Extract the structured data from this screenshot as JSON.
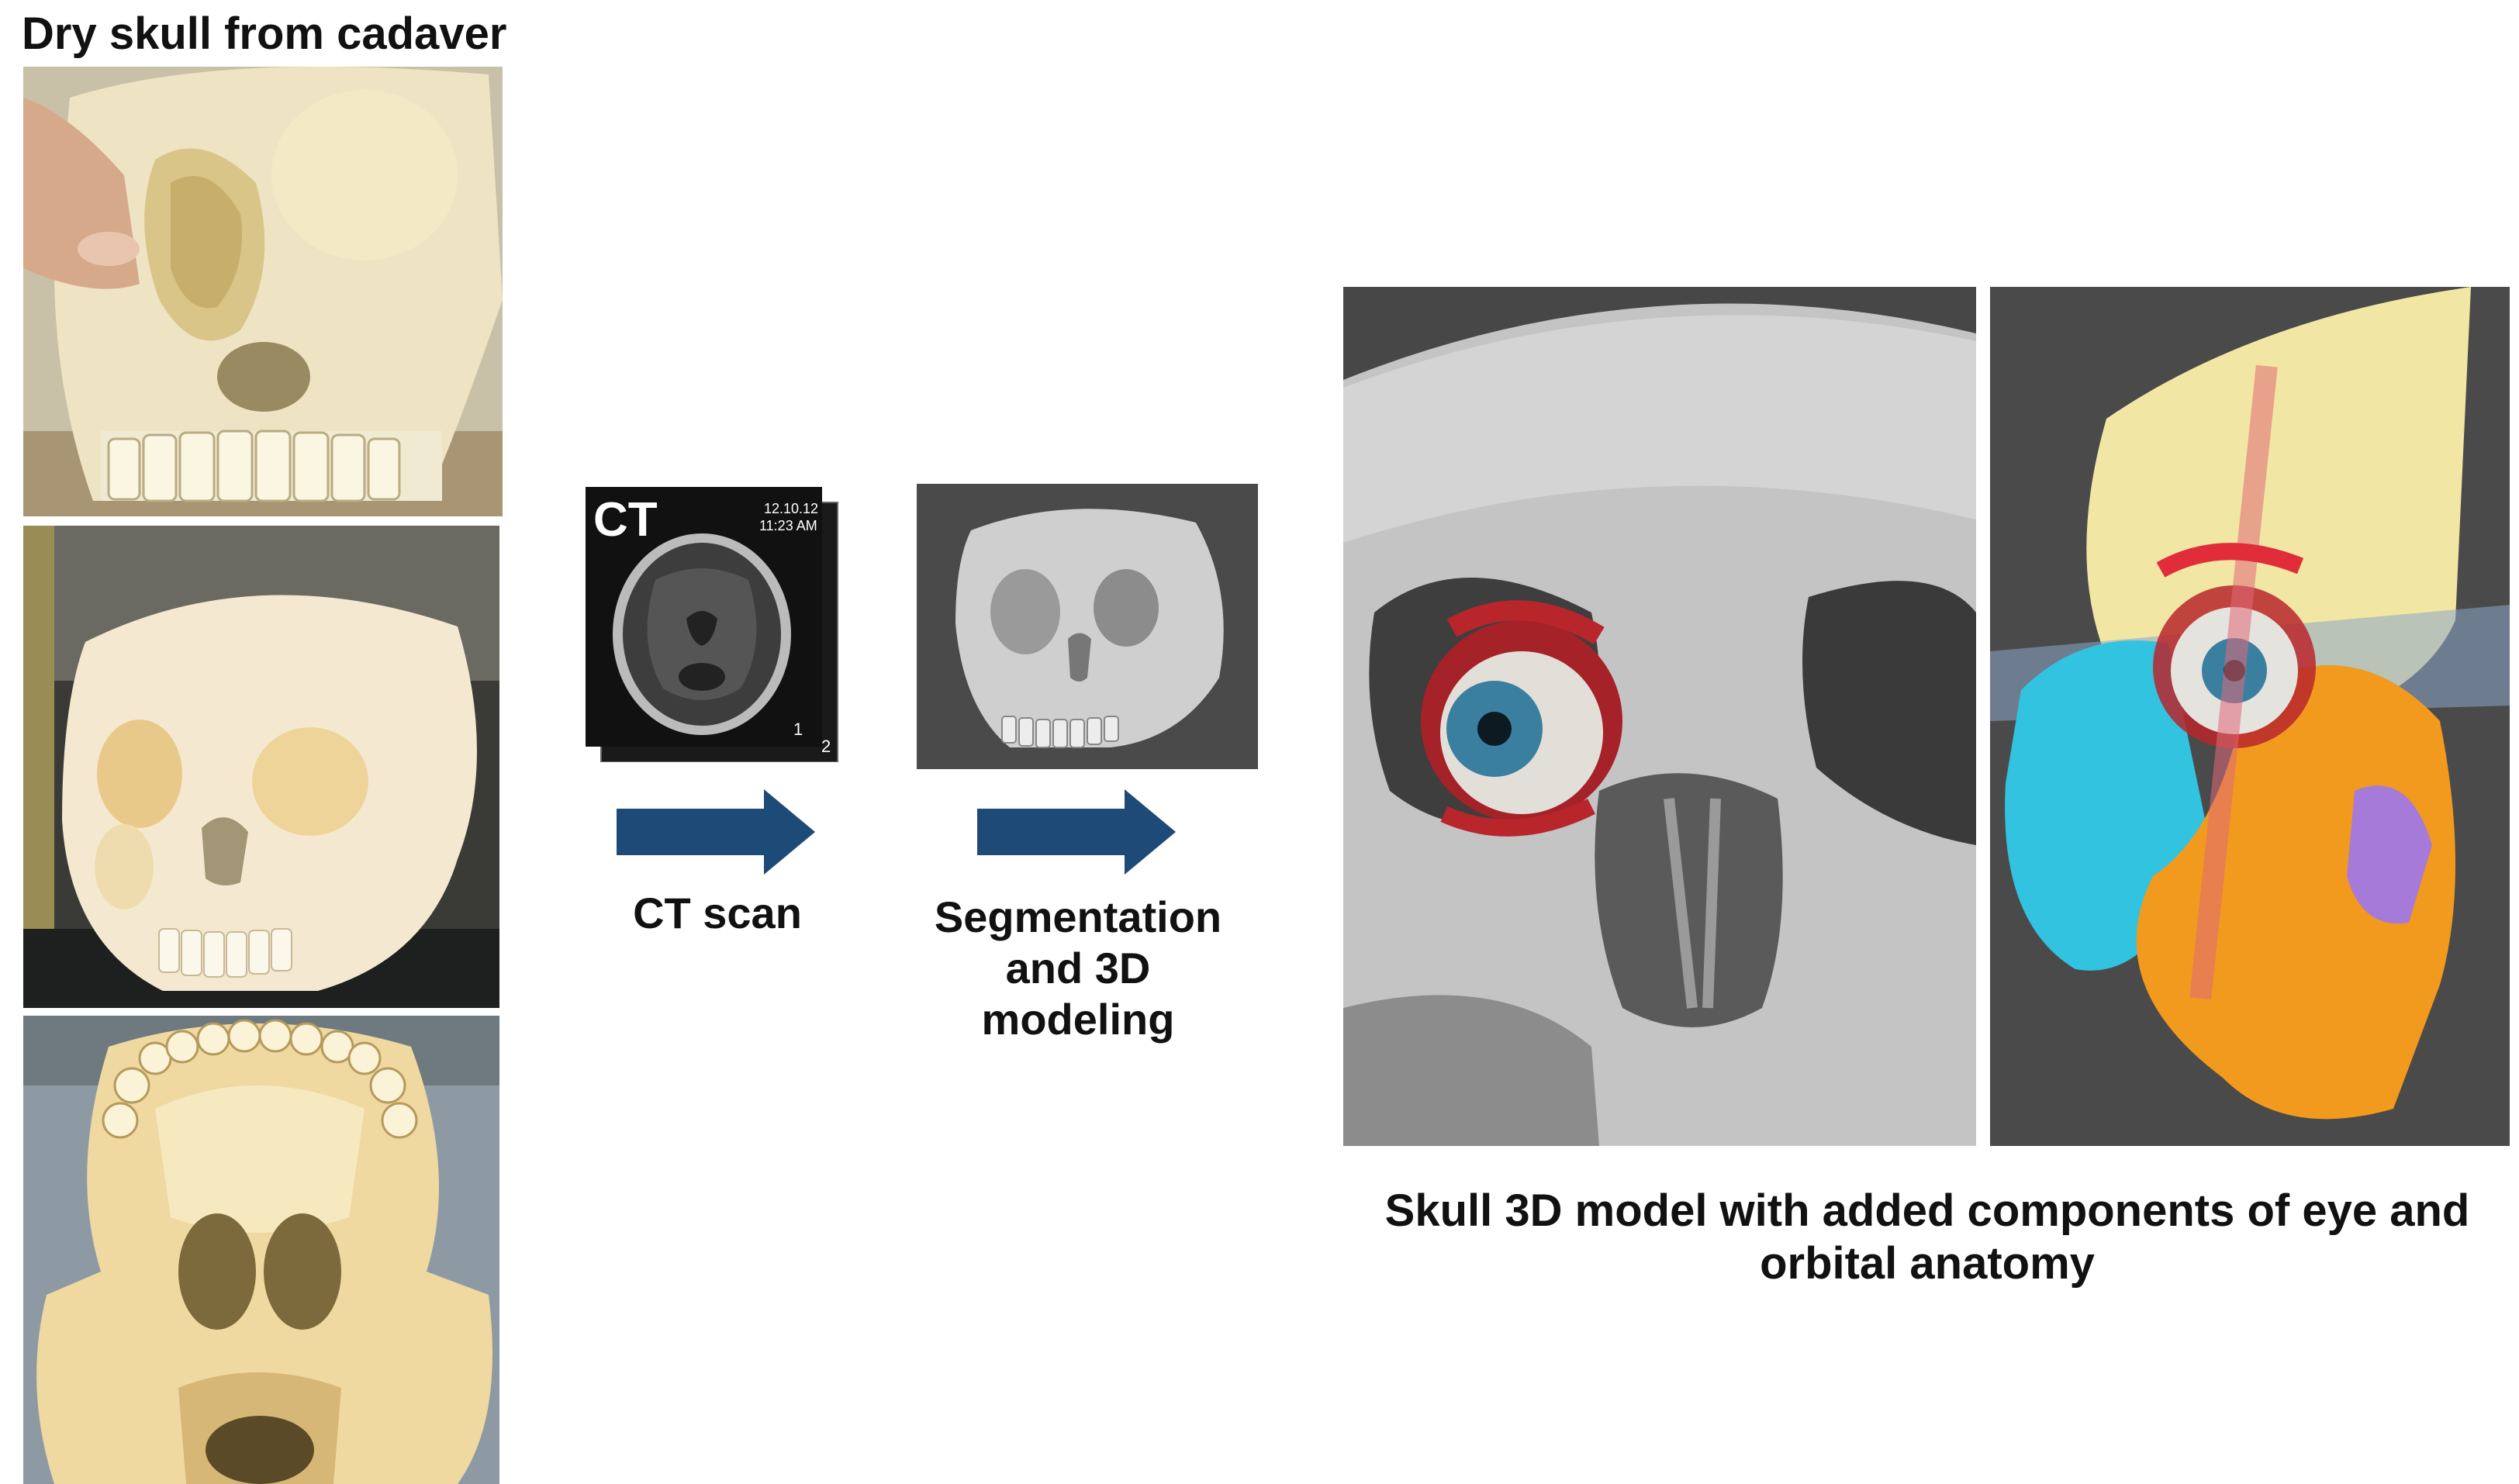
{
  "column_title": "Dry skull from cadaver",
  "ct_card": {
    "badge": "CT",
    "date": "12.10.12",
    "time": "11:23 AM",
    "page_1": "1",
    "page_2": "2"
  },
  "steps": [
    {
      "label": "CT scan"
    },
    {
      "label_lines": [
        "Segmentation",
        "and 3D",
        "modeling"
      ]
    }
  ],
  "result_caption_lines": [
    "Skull 3D model with added components of eye and",
    "orbital anatomy"
  ],
  "colors": {
    "arrow": "#1e4a78",
    "panel_bg": "#4a4a4a",
    "bone_photo": "#e9dfbf",
    "model_bone": "#c9c9c9",
    "iris": "#3b7fa0",
    "muscle": "#b8262c",
    "segment_yellow": "#f2e6a4",
    "segment_cyan": "#32c3e0",
    "segment_orange": "#f29a1d",
    "segment_purple": "#a67ad9"
  }
}
